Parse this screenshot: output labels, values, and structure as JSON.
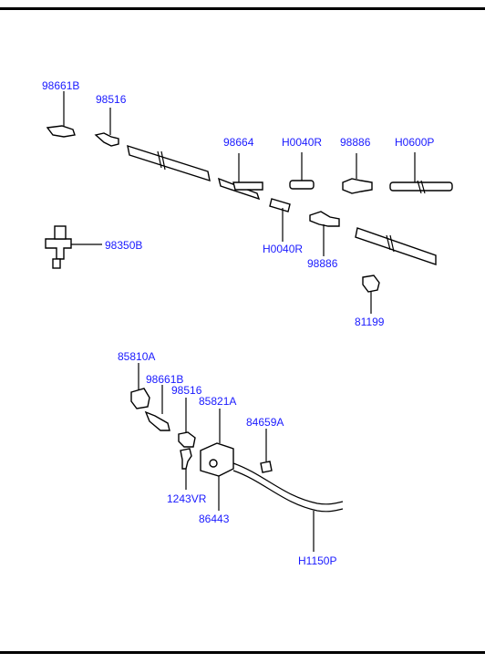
{
  "colors": {
    "label": "#1a1aff",
    "line": "#000000",
    "background": "#ffffff"
  },
  "labels": {
    "p98661B_top": "98661B",
    "p98516_top": "98516",
    "p98664": "98664",
    "pH0040R_top": "H0040R",
    "p98886_top": "98886",
    "pH0600P": "H0600P",
    "p98350B": "98350B",
    "pH0040R_bottom": "H0040R",
    "p98886_bottom": "98886",
    "p81199": "81199",
    "p85810A": "85810A",
    "p98661B_bottom": "98661B",
    "p98516_bottom": "98516",
    "p85821A": "85821A",
    "p84659A": "84659A",
    "p1243VR": "1243VR",
    "p86443": "86443",
    "pH1150P": "H1150P"
  }
}
